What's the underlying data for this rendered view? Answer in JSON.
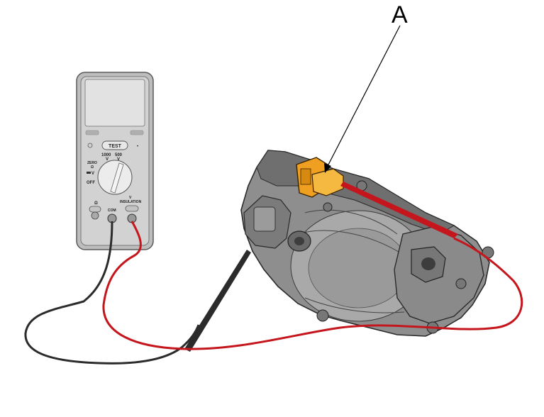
{
  "callout": {
    "label": "A"
  },
  "meter": {
    "test_label": "TEST",
    "range_1000": "1000",
    "range_1000_unit": "V",
    "range_500": "500",
    "range_500_unit": "V",
    "zero_label": "ZERO",
    "ohm_small": "Ω",
    "volt_label": "V",
    "off_label": "OFF",
    "ohm_label": "Ω",
    "com_label": "COM",
    "v_label": "V",
    "insulation_label": "INSULATION"
  },
  "colors": {
    "meter_body": "#c9c9c9",
    "meter_screen": "#dedede",
    "connector": "#f0a020",
    "red_lead": "#c4161c",
    "black_lead": "#333333",
    "compressor": "#8c8c8c"
  }
}
